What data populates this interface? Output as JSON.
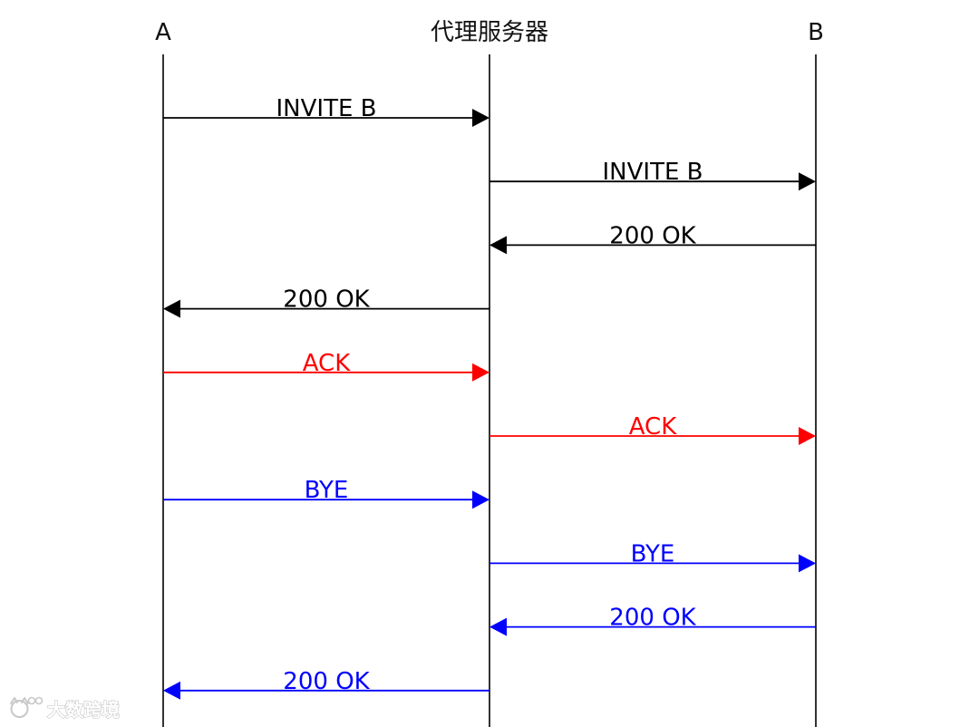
{
  "participants": [
    {
      "id": "A",
      "label": "A"
    },
    {
      "id": "P",
      "label": "代理服务器"
    },
    {
      "id": "B",
      "label": "B"
    }
  ],
  "colors": {
    "black": "#000000",
    "red": "#ff0000",
    "blue": "#0000ff"
  },
  "messages": [
    {
      "from": "A",
      "to": "P",
      "label": "INVITE B",
      "color": "black"
    },
    {
      "from": "P",
      "to": "B",
      "label": "INVITE B",
      "color": "black"
    },
    {
      "from": "B",
      "to": "P",
      "label": "200 OK",
      "color": "black"
    },
    {
      "from": "P",
      "to": "A",
      "label": "200 OK",
      "color": "black"
    },
    {
      "from": "A",
      "to": "P",
      "label": "ACK",
      "color": "red"
    },
    {
      "from": "P",
      "to": "B",
      "label": "ACK",
      "color": "red"
    },
    {
      "from": "A",
      "to": "P",
      "label": "BYE",
      "color": "blue"
    },
    {
      "from": "P",
      "to": "B",
      "label": "BYE",
      "color": "blue"
    },
    {
      "from": "B",
      "to": "P",
      "label": "200 OK",
      "color": "blue"
    },
    {
      "from": "P",
      "to": "A",
      "label": "200 OK",
      "color": "blue"
    }
  ],
  "watermark": {
    "text": "大数跨境",
    "logo_icon": "cat-face-logo-icon"
  }
}
